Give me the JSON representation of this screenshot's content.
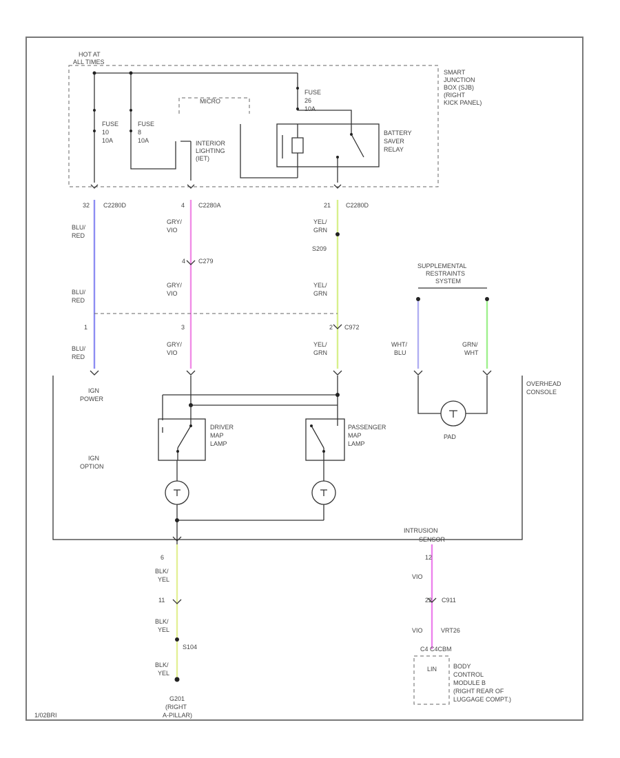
{
  "fuse_box": {
    "feed_label": [
      "HOT AT",
      "ALL TIMES"
    ],
    "name": [
      "SMART",
      "JUNCTION",
      "BOX (SJB)",
      "(RIGHT",
      "KICK PANEL)"
    ],
    "fuse1": [
      "FUSE",
      "10",
      "10A"
    ],
    "fuse2": [
      "FUSE",
      "8",
      "10A"
    ],
    "fuse3": [
      "FUSE",
      "26",
      "10A"
    ],
    "module": "MICRO",
    "interior_lighting": [
      "INTERIOR",
      "LIGHTING",
      "(IET)"
    ],
    "relay": [
      "BATTERY",
      "SAVER",
      "RELAY"
    ]
  },
  "connectors": {
    "c1_pin": "32",
    "c1": "C2280D",
    "c2_pin": "4",
    "c2": "C2280A",
    "c3_pin": "21",
    "c3": "C2280D",
    "c279": "C279",
    "s209": "S209",
    "c972_pin1": "1",
    "c972_pin2": "3",
    "c972_pin3": "2",
    "c972": "C972",
    "ground_pin": "6",
    "c932_pin": "11",
    "s104": "S104",
    "c911_pin": "12",
    "c911": "C911",
    "c911_pin2": "22"
  },
  "wires": {
    "blu_red": [
      "BLU/",
      "RED"
    ],
    "gry_vio": [
      "GRY/",
      "VIO"
    ],
    "yel_grn": [
      "YEL/",
      "GRN"
    ],
    "wht_blu": [
      "WHT/",
      "BLU"
    ],
    "grn_wht": [
      "GRN/",
      "WHT"
    ],
    "blk_yel": [
      "BLK/",
      "YEL"
    ],
    "vio": "VIO",
    "vrt26": "VRT26"
  },
  "labels": {
    "ign_power": [
      "IGN",
      "POWER"
    ],
    "ign_option": [
      "IGN",
      "OPTION"
    ],
    "srs": [
      "SUPPLEMENTAL",
      "RESTRAINTS",
      "SYSTEM"
    ],
    "pad": "PAD",
    "overhead": [
      "OVERHEAD",
      "CONSOLE"
    ],
    "driver_map": [
      "DRIVER",
      "MAP",
      "LAMP"
    ],
    "passenger_map": [
      "PASSENGER",
      "MAP",
      "LAMP"
    ],
    "intrusion": [
      "INTRUSION",
      "SENSOR"
    ],
    "ground": [
      "G201",
      "(RIGHT",
      "A-PILLAR)"
    ],
    "bcm_conn": "C4 C4CBM",
    "lin": "LIN",
    "bcm": [
      "BODY",
      "CONTROL",
      "MODULE B",
      "(RIGHT REAR OF",
      "LUGGAGE COMPT.)"
    ],
    "page_code": "1/02BRI"
  },
  "colors": {
    "blu_red": "#8c8cf2",
    "gry_vio": "#f08ce6",
    "yel_grn": "#d8f08c",
    "wht_blu": "#b0aef2",
    "grn_wht": "#9ef08c",
    "blk_yel": "#e3f095",
    "vio": "#ec82ec"
  }
}
